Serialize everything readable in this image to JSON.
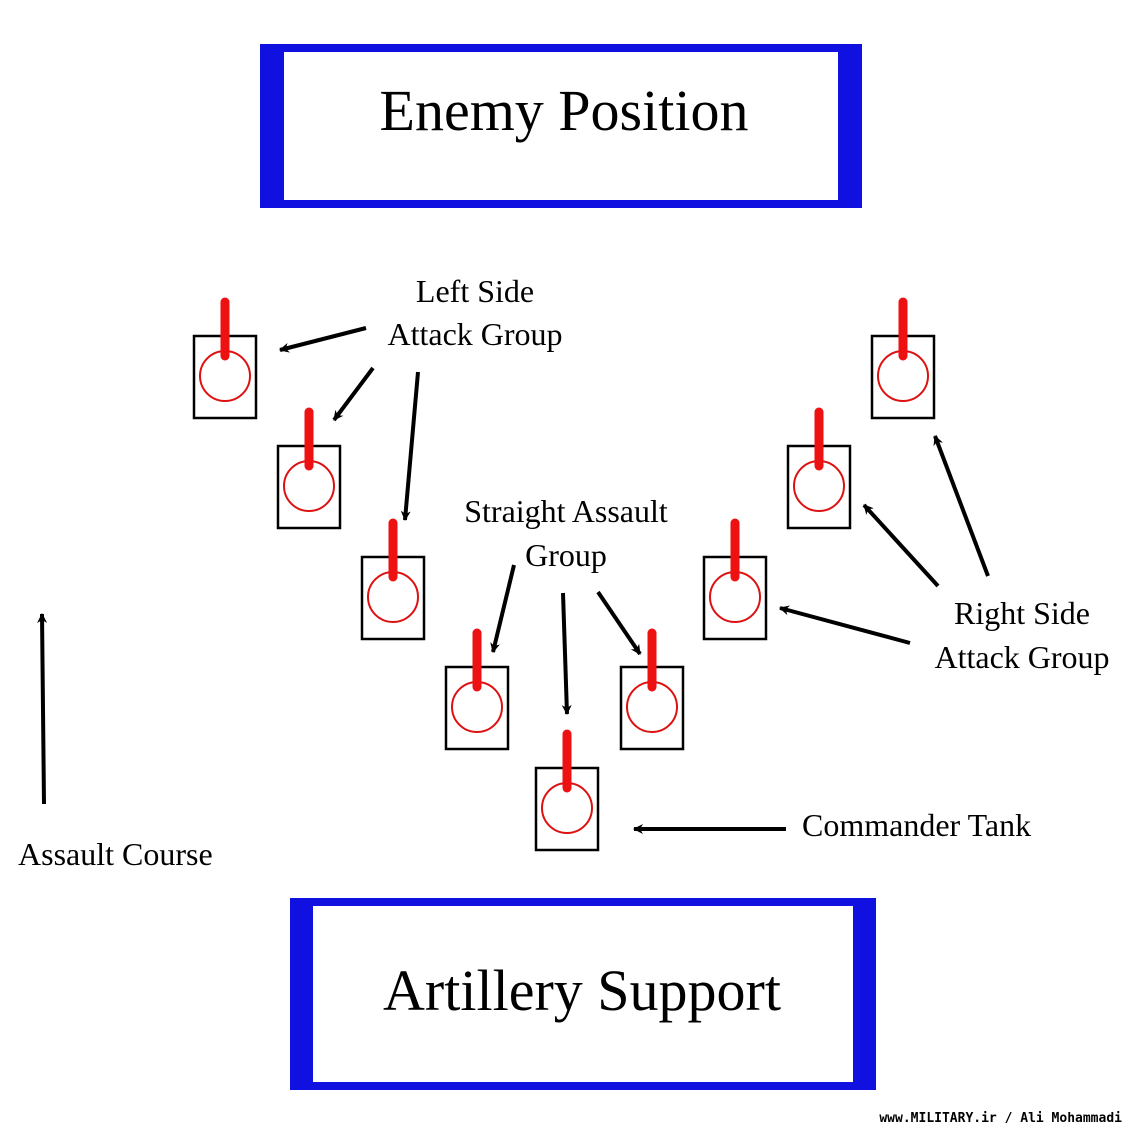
{
  "top_box": {
    "label": "Enemy Position",
    "color": "#1010e0"
  },
  "bottom_box": {
    "label": "Artillery Support",
    "color": "#1010e0"
  },
  "labels": {
    "left_group": [
      "Left Side",
      "Attack Group"
    ],
    "straight_group": [
      "Straight Assault",
      "Group"
    ],
    "right_group": [
      "Right Side",
      "Attack Group"
    ],
    "commander": "Commander Tank",
    "assault_course": "Assault Course"
  },
  "credit": "www.MILITARY.ir / Ali Mohammadi",
  "tank_colors": {
    "gun": "#ee1111",
    "turret": "#dd1111",
    "hull": "#000000"
  }
}
